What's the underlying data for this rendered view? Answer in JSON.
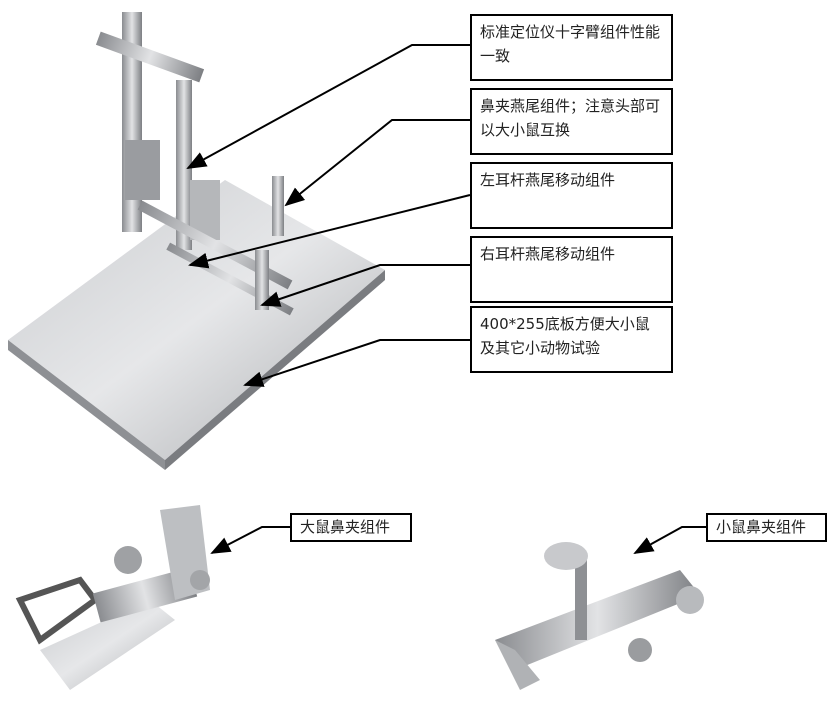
{
  "callouts": {
    "crossarm": "标准定位仪十字臂组件性能一致",
    "nose_clamp_dovetail": "鼻夹燕尾组件；注意头部可以大小鼠互换",
    "left_ear_bar": "左耳杆燕尾移动组件",
    "right_ear_bar": "右耳杆燕尾移动组件",
    "base_plate": "400*255底板方便大小鼠及其它小动物试验",
    "rat_nose_clamp": "大鼠鼻夹组件",
    "mouse_nose_clamp": "小鼠鼻夹组件"
  }
}
